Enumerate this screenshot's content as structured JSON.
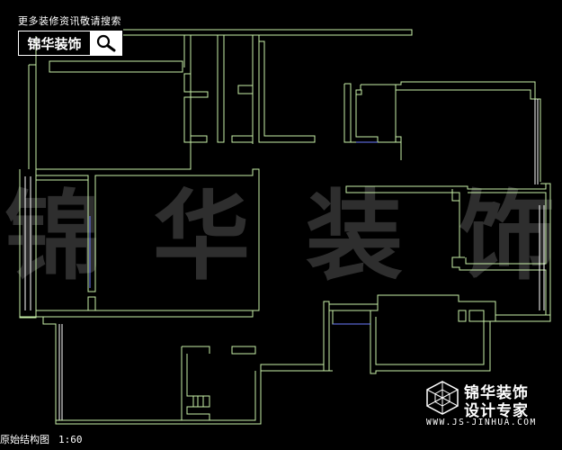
{
  "header": {
    "note": "更多装修资讯敬请搜索",
    "brand": "锦华装饰"
  },
  "icons": {
    "search": "search-icon",
    "logo": "cube-logo-icon"
  },
  "watermark": {
    "chars": [
      "锦",
      "华",
      "装",
      "饰"
    ]
  },
  "logo": {
    "name": "锦华装饰",
    "tagline": "设计专家",
    "url": "WWW.JS-JINHUA.COM"
  },
  "caption": {
    "title": "原始结构图",
    "scale": "1:60"
  },
  "colors": {
    "background": "#000000",
    "wall": "#c8f0a8",
    "window": "#ffffff",
    "watermark": "#2e2e2e"
  }
}
